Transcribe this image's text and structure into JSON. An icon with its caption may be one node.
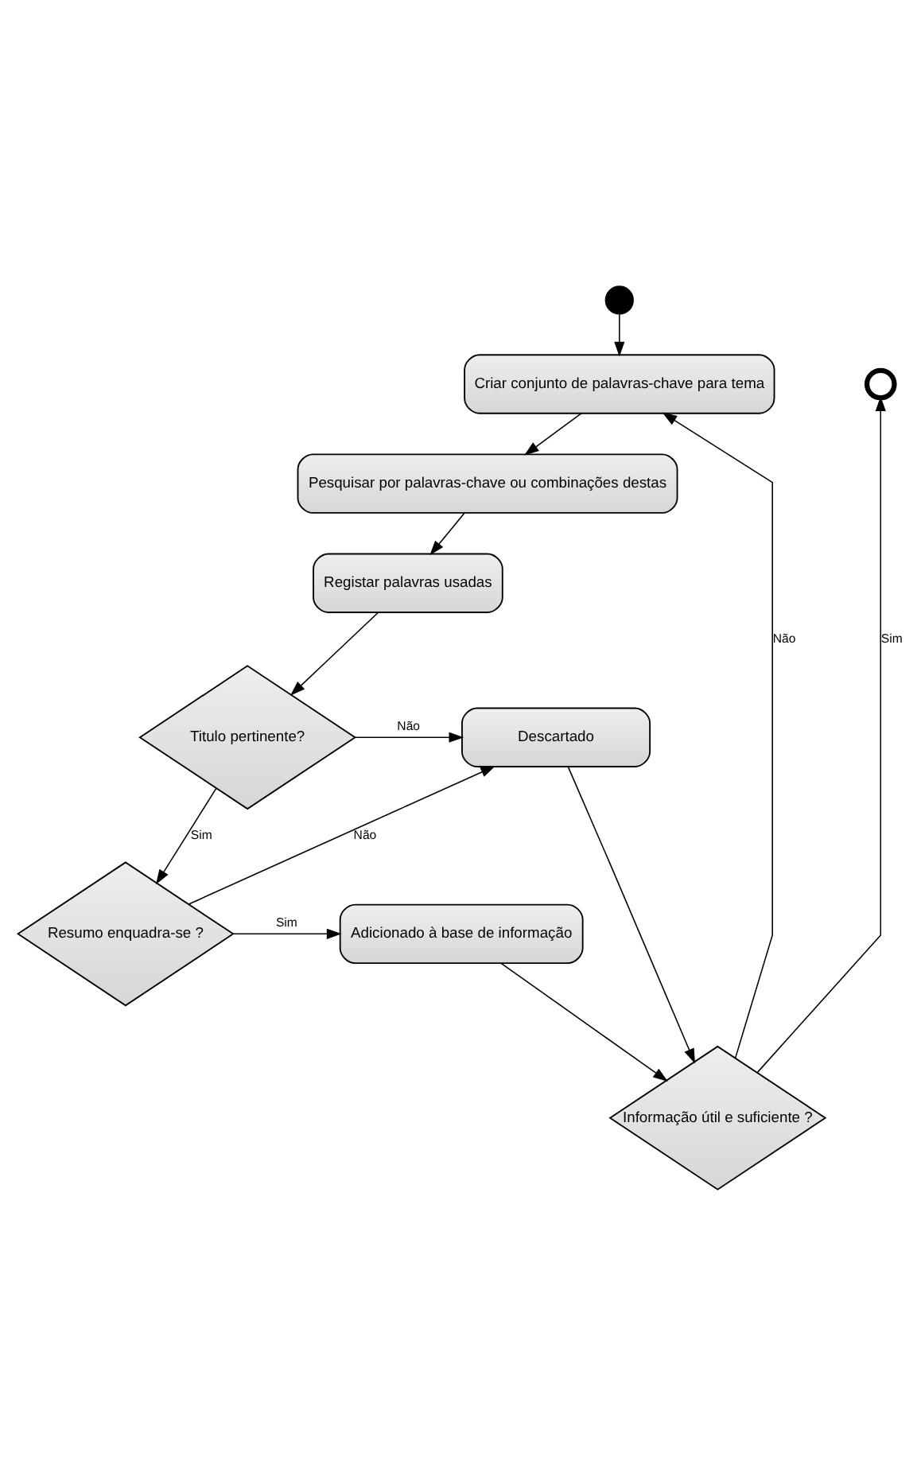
{
  "diagram": {
    "nodes": [
      {
        "text": [],
        "shape": "circle"
      },
      {
        "text": [
          "Criar conjunto de palavras-chave para tema"
        ]
      },
      {
        "text": [],
        "shape": "circle"
      },
      {
        "text": [
          "Pesquisar por palavras-chave ou combinações destas"
        ]
      },
      {
        "text": [
          "Informação útil e suficiente ?"
        ]
      },
      {
        "text": [
          "Registar palavras usadas"
        ]
      },
      {
        "text": [
          "Titulo pertinente?"
        ]
      },
      {
        "text": [
          "Descartado"
        ]
      },
      {
        "text": [
          "Resumo enquadra-se ?"
        ]
      },
      {
        "text": [
          "Adicionado à base de informação"
        ]
      }
    ],
    "edges": [
      {
        "from": 0,
        "to": 1,
        "arrow": "to"
      },
      {
        "from": 1,
        "to": 3,
        "arrow": "to"
      },
      {
        "from": 3,
        "to": 5,
        "arrow": "to"
      },
      {
        "from": 5,
        "to": 6,
        "arrow": "to"
      },
      {
        "from": 6,
        "to": 7,
        "arrow": "to",
        "label": "Não"
      },
      {
        "from": 6,
        "to": 8,
        "arrow": "to",
        "label": "Sim"
      },
      {
        "from": 8,
        "to": 7,
        "arrow": "to",
        "label": "Não"
      },
      {
        "from": 8,
        "to": 9,
        "arrow": "to",
        "label": "Sim"
      },
      {
        "from": 7,
        "to": 4,
        "arrow": "to"
      },
      {
        "from": 9,
        "to": 4,
        "arrow": "to"
      },
      {
        "from": 4,
        "to": 2,
        "arrow": "to",
        "label": "Sim"
      },
      {
        "from": 4,
        "to": 1,
        "arrow": "to",
        "label": "Não"
      }
    ]
  }
}
